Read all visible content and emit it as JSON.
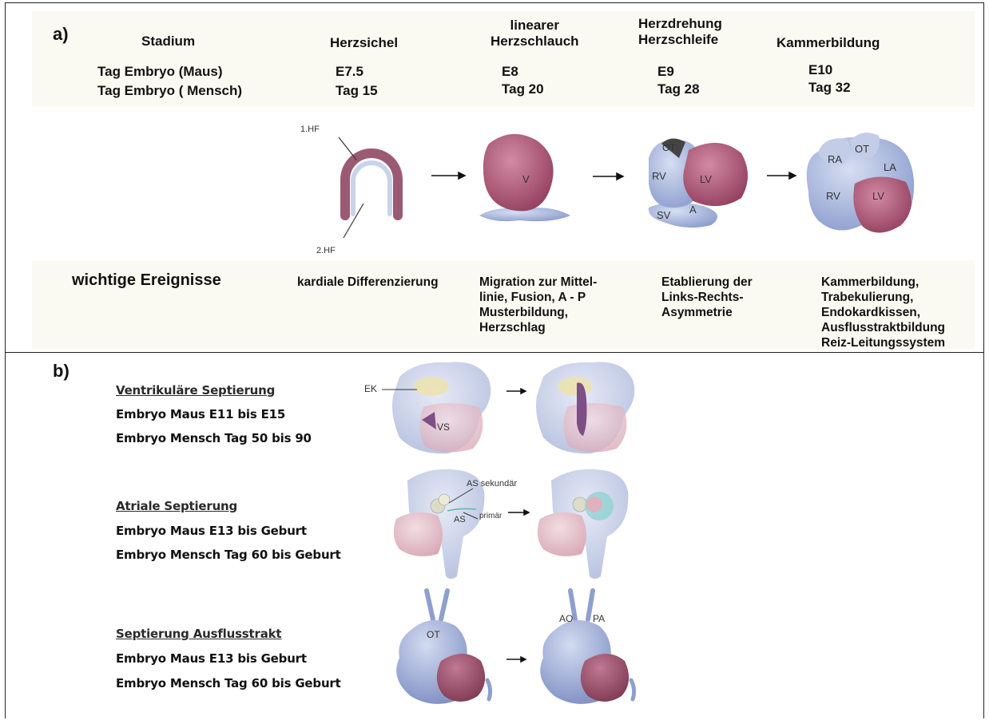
{
  "panel_a": {
    "label": "a)",
    "headers": {
      "stage": "Stadium",
      "col1": "Herzsichel",
      "col2": "linearer\nHerzschlauch",
      "col3": "Herzdrehung\nHerzschleife",
      "col4": "Kammerbildung"
    },
    "rows": {
      "mouse_label": "Tag Embryo (Maus)",
      "human_label": "Tag Embryo ( Mensch)",
      "mouse": [
        "E7.5",
        "E8",
        "E9",
        "E10"
      ],
      "human": [
        "Tag 15",
        "Tag 20",
        "Tag 28",
        "Tag 32"
      ]
    },
    "diagram_labels": {
      "hf1": "1.HF",
      "hf2": "2.HF",
      "v": "V",
      "ot": "OT",
      "rv": "RV",
      "lv": "LV",
      "sv": "SV",
      "a": "A",
      "ra": "RA",
      "la": "LA"
    },
    "events_label": "wichtige Ereignisse",
    "events": [
      "kardiale Differenzierung",
      "Migration zur Mittel-\nlinie, Fusion, A - P\nMusterbildung,\nHerzschlag",
      "Etablierung der\nLinks-Rechts-\nAsymmetrie",
      "Kammerbildung,\nTrabekulierung,\nEndokardkissen,\nAusflusstraktbildung\nReiz-Leitungssystem"
    ]
  },
  "panel_b": {
    "label": "b)",
    "sections": [
      {
        "title": "Ventrikuläre Septierung",
        "mouse": "Embryo Maus E11 bis E15",
        "human": "Embryo Mensch Tag 50 bis 90",
        "labels": {
          "ek": "EK",
          "vs": "VS"
        }
      },
      {
        "title": "Atriale Septierung",
        "mouse": "Embryo Maus E13 bis Geburt",
        "human": "Embryo Mensch Tag 60 bis Geburt",
        "labels": {
          "as_sek": "AS sekundär",
          "as": "AS",
          "primar": "primär"
        }
      },
      {
        "title": "Septierung Ausflusstrakt",
        "mouse": "Embryo Maus E13 bis Geburt",
        "human": "Embryo Mensch Tag 60 bis Geburt",
        "labels": {
          "ot": "OT",
          "ao": "AO",
          "pa": "PA"
        }
      }
    ]
  },
  "colors": {
    "heart_blue": "#a9b7dc",
    "heart_red": "#b0607c",
    "band": "#fbfaf2"
  }
}
